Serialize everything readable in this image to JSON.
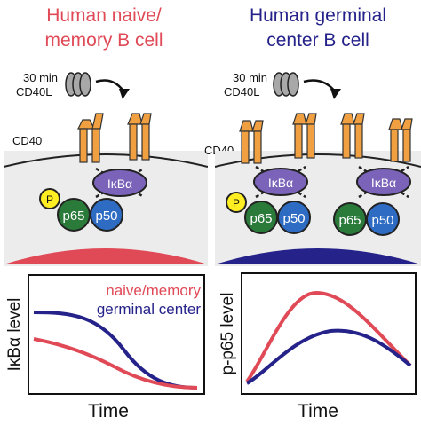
{
  "panels": [
    {
      "title_line1": "Human naive/",
      "title_line2": "memory B cell",
      "stimulus_time": "30 min",
      "ligand": "CD40L",
      "receptor": "CD40",
      "inhibitor": "IκBα",
      "phospho": "P",
      "subunit_a": "p65",
      "subunit_b": "p50"
    },
    {
      "title_line1": "Human germinal",
      "title_line2": "center B cell",
      "stimulus_time": "30 min",
      "ligand": "CD40L",
      "receptor": "CD40",
      "inhibitor_1": "IκBα",
      "inhibitor_2": "IκBα",
      "phospho": "P",
      "subunit_a1": "p65",
      "subunit_b1": "p50",
      "subunit_a2": "p65",
      "subunit_b2": "p50"
    }
  ],
  "colors": {
    "naive": "#e04a57",
    "germinal": "#25228a",
    "receptor": "#f0a040",
    "ligand": "#a8a8a8",
    "ikba": "#7a63b8",
    "p65": "#2a7a3a",
    "p50": "#2e6cc4",
    "phospho": "#ffee22",
    "cytoplasm": "#ececec"
  },
  "plots": [
    {
      "ylabel": "IκBα level",
      "xlabel": "Time",
      "legend": [
        "naive/memory",
        "germinal center"
      ]
    },
    {
      "ylabel": "p-p65 level",
      "xlabel": "Time"
    }
  ]
}
